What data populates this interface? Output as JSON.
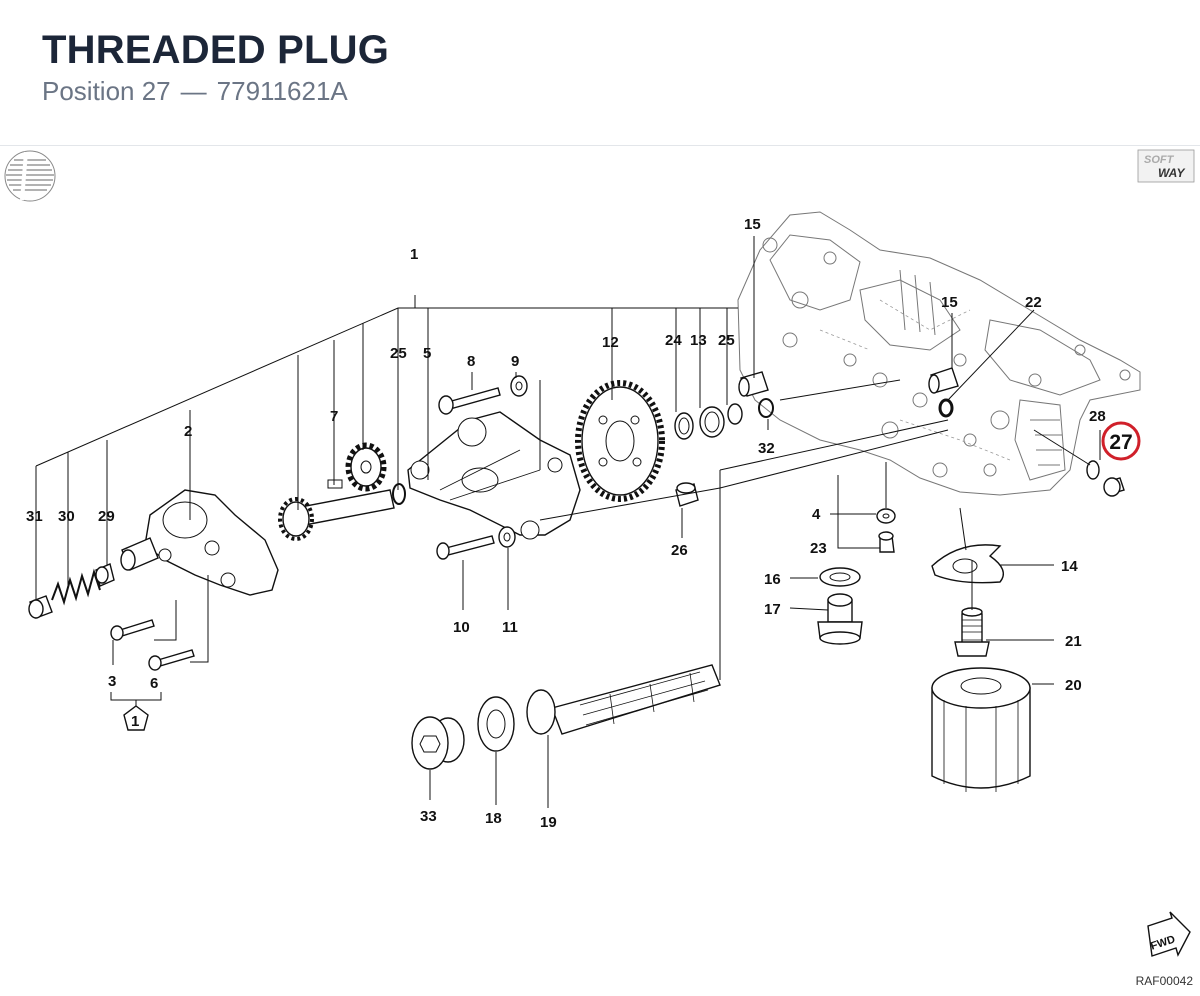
{
  "header": {
    "title": "THREADED PLUG",
    "position_label": "Position 27",
    "separator": "—",
    "part_number": "77911621A"
  },
  "diagram": {
    "highlight_color": "#d0202a",
    "highlighted_label": "27",
    "drawing_code": "RAF00042",
    "fwd_label": "FWD",
    "brand_logo_text": "SOFT WAY",
    "group_marker": "1",
    "labels": {
      "p1": "1",
      "p2": "2",
      "p3": "3",
      "p4": "4",
      "p5": "5",
      "p6": "6",
      "p7": "7",
      "p8": "8",
      "p9": "9",
      "p10": "10",
      "p11": "11",
      "p12": "12",
      "p13": "13",
      "p14": "14",
      "p15a": "15",
      "p15b": "15",
      "p16": "16",
      "p17": "17",
      "p18": "18",
      "p19": "19",
      "p20": "20",
      "p21": "21",
      "p22": "22",
      "p23": "23",
      "p24": "24",
      "p25a": "25",
      "p25b": "25",
      "p26": "26",
      "p28": "28",
      "p29": "29",
      "p30": "30",
      "p31": "31",
      "p32": "32",
      "p33": "33"
    }
  }
}
